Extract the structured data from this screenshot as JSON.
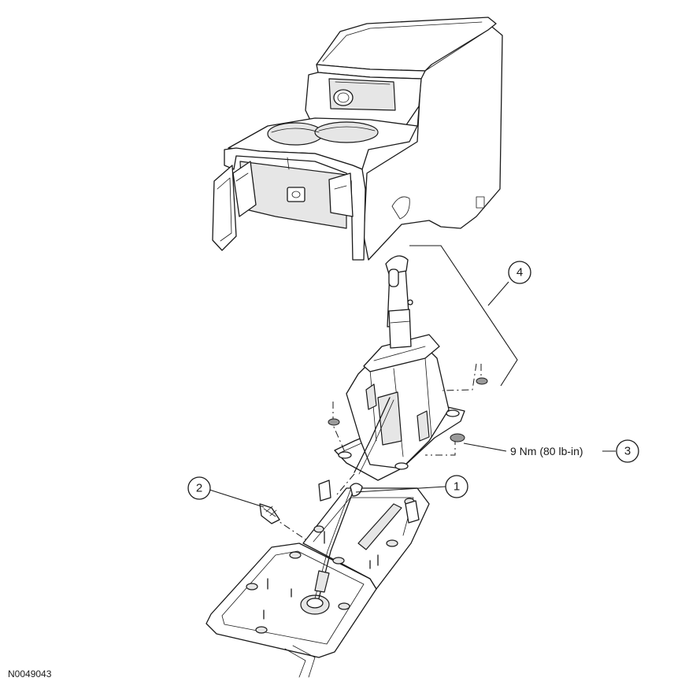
{
  "callouts": [
    {
      "number": "1"
    },
    {
      "number": "2"
    },
    {
      "number": "3"
    },
    {
      "number": "4"
    }
  ],
  "torque_spec": "9 Nm (80 lb-in)",
  "figure_id": "N0049043"
}
